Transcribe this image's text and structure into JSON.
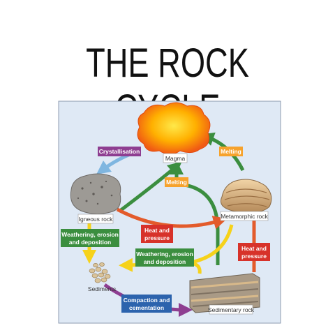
{
  "title": "THE ROCK CYCLE",
  "colors": {
    "panel_bg": "#dfe9f5",
    "green_arrow": "#3b8e3f",
    "red_arrow": "#e35b2b",
    "purple": "#8e3e91",
    "orange": "#f6a22c",
    "red_box": "#d7322a",
    "blue_box": "#2c63ad",
    "yellow_arrow": "#f6d21a",
    "light_blue_arrow": "#7fb6e0"
  },
  "nodes": {
    "magma": "Magma",
    "igneous": "Igneous rock",
    "metamorphic": "Metamorphic rock",
    "sediments": "Sediments",
    "sedimentary": "Sedimentary rock"
  },
  "processes": {
    "crystallisation": "Crystallisation",
    "melting_right": "Melting",
    "melting_center": "Melting",
    "heat_center_1": "Heat and",
    "heat_center_2": "pressure",
    "heat_right_1": "Heat and",
    "heat_right_2": "pressure",
    "weathering_left_1": "Weathering, erosion",
    "weathering_left_2": "and deposition",
    "weathering_center_1": "Weathering, erosion",
    "weathering_center_2": "and deposition",
    "compaction_1": "Compaction and",
    "compaction_2": "cementation"
  }
}
